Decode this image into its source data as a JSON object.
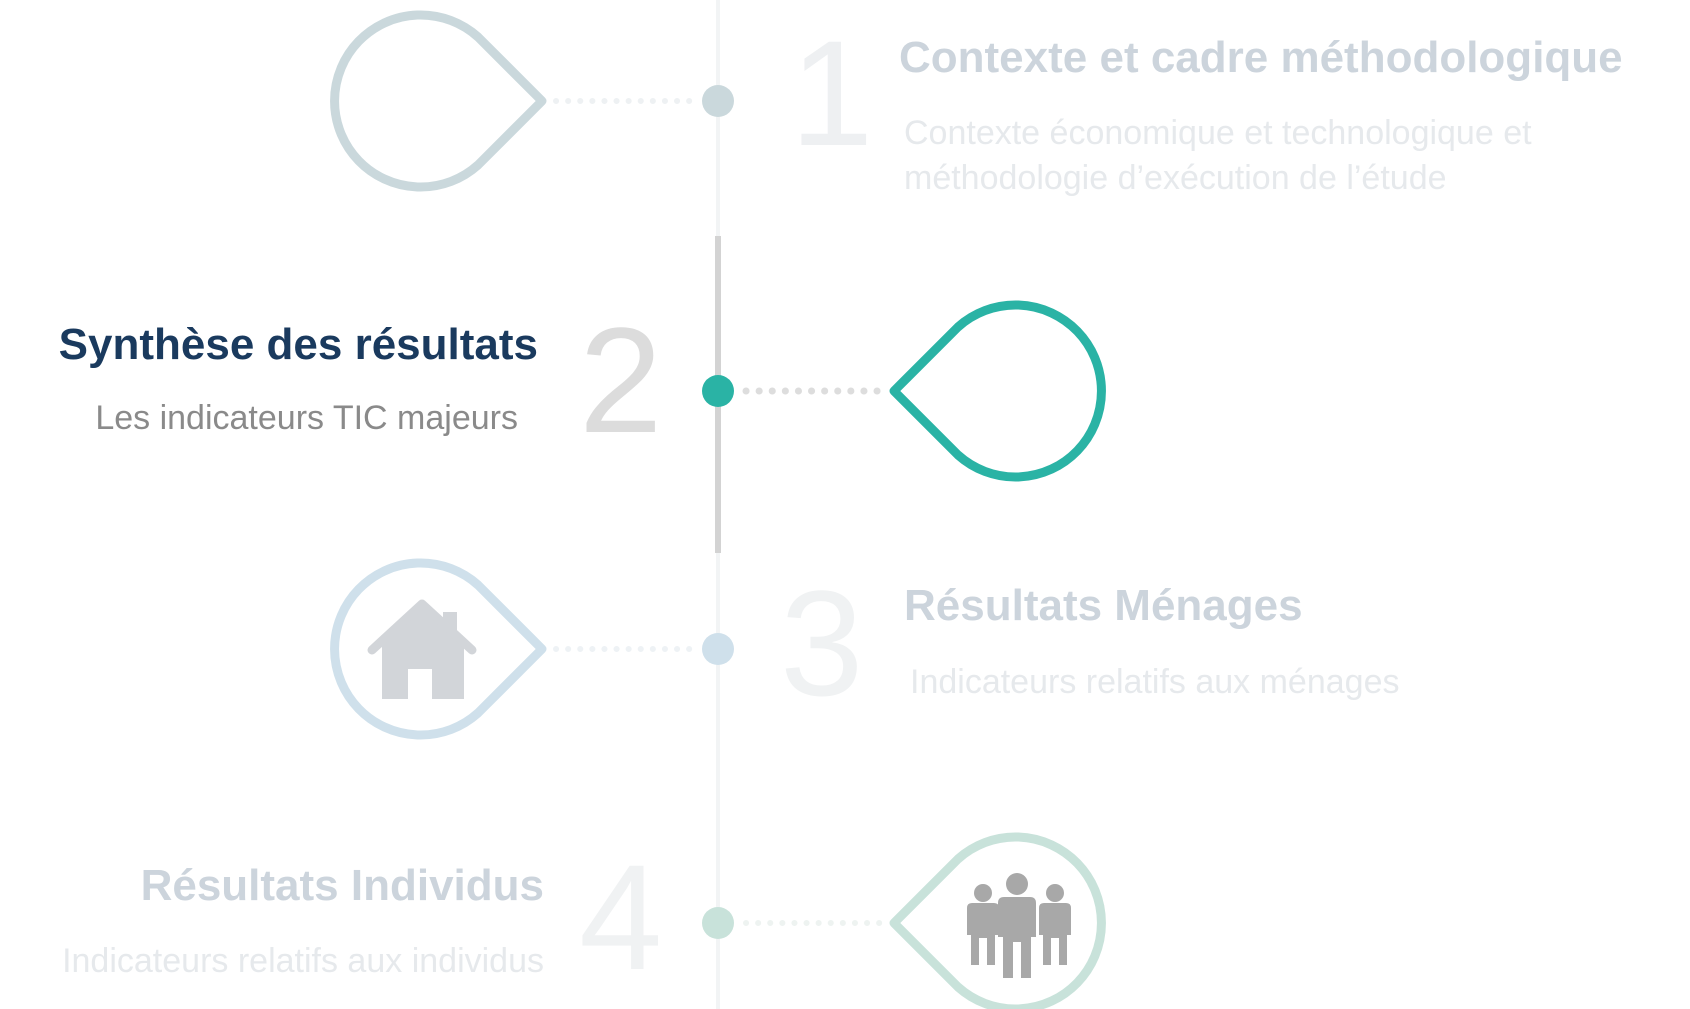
{
  "colors": {
    "accent": "#2ab3a5",
    "active_title": "#1a3a5e",
    "active_subtitle": "#8a8a8a",
    "faded_title": "#ccd4dc",
    "faded_subtitle": "#e6e9ec",
    "faded_number": "#eef0f2",
    "active_number": "#dcdcdc",
    "pin_1": "#cad8dc",
    "pin_3": "#cfe0eb",
    "pin_4": "#c8e2da"
  },
  "steps": [
    {
      "number": "1",
      "title": "Contexte et cadre méthodologique",
      "subtitle_lines": [
        "Contexte économique et technologique et",
        "méthodologie d’exécution de l’étude"
      ],
      "icon": "empty-pin-icon",
      "active": false
    },
    {
      "number": "2",
      "title": "Synthèse des résultats",
      "subtitle_lines": [
        "Les indicateurs TIC majeurs"
      ],
      "icon": "empty-pin-icon",
      "active": true
    },
    {
      "number": "3",
      "title": "Résultats Ménages",
      "subtitle_lines": [
        "Indicateurs relatifs aux ménages"
      ],
      "icon": "house-icon",
      "active": false
    },
    {
      "number": "4",
      "title": "Résultats Individus",
      "subtitle_lines": [
        "Indicateurs relatifs aux individus"
      ],
      "icon": "people-icon",
      "active": false
    }
  ]
}
